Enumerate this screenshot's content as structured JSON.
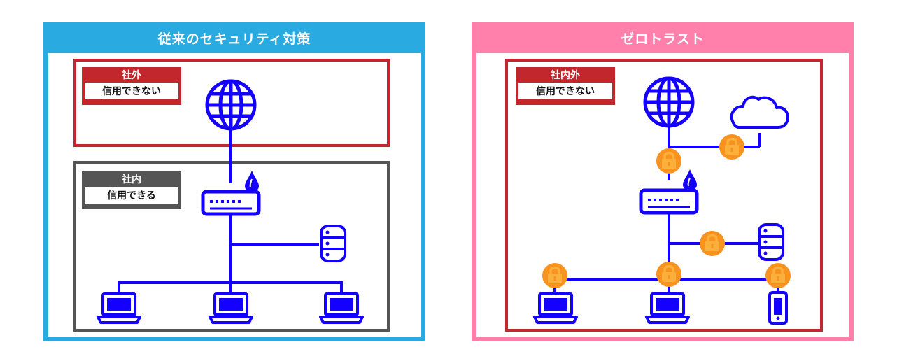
{
  "left_panel": {
    "title": "従来のセキュリティ対策",
    "outside_zone": {
      "head": "社外",
      "body": "信用できない"
    },
    "inside_zone": {
      "head": "社内",
      "body": "信用できる"
    }
  },
  "right_panel": {
    "title": "ゼロトラスト",
    "zone": {
      "head": "社内外",
      "body": "信用できない"
    }
  },
  "colors": {
    "left_accent": "#29abe2",
    "right_accent": "#ff80aa",
    "untrusted_red": "#c1272d",
    "trusted_gray": "#555555",
    "icon_blue": "#1400ff",
    "lock_orange": "#f7931e",
    "lock_yellow": "#fbb03b"
  }
}
